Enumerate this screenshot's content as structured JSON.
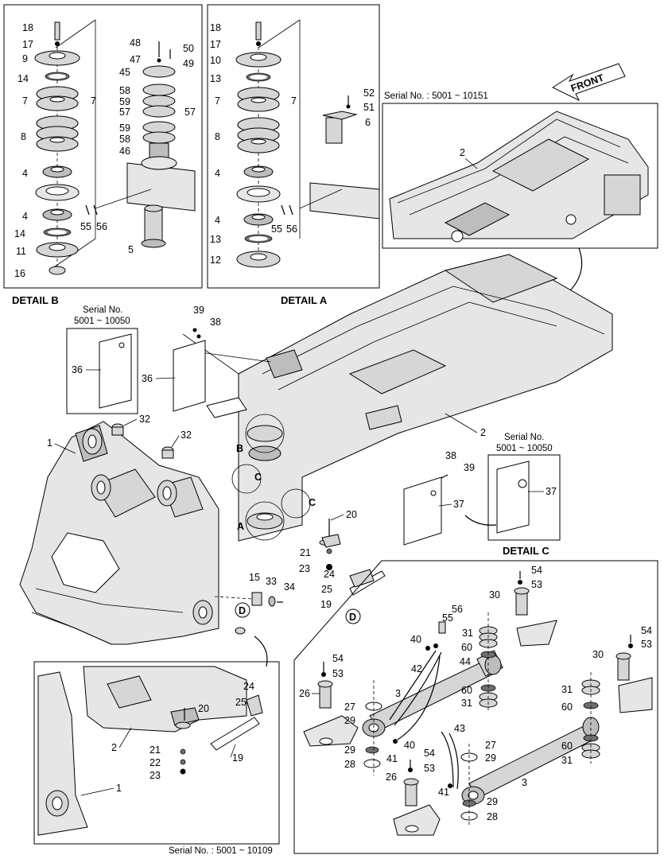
{
  "details": {
    "b_title": "DETAIL B",
    "a_title": "DETAIL A",
    "c_title": "DETAIL C"
  },
  "serials": {
    "s10151": "Serial No. : 5001 ~ 10151",
    "s10109": "Serial No. : 5001 ~ 10109",
    "left_line1": "Serial No.",
    "left_line2": "5001 ~ 10050",
    "right_line1": "Serial No.",
    "right_line2": "5001 ~ 10050"
  },
  "front_label": "FRONT",
  "circle_labels": {
    "A": "A",
    "B": "B",
    "C": "C",
    "D": "D"
  },
  "part_numbers": {
    "p1": "1",
    "p2": "2",
    "p3": "3",
    "p4": "4",
    "p5": "5",
    "p6": "6",
    "p7": "7",
    "p8": "8",
    "p9": "9",
    "p10": "10",
    "p11": "11",
    "p12": "12",
    "p13": "13",
    "p14": "14",
    "p15": "15",
    "p16": "16",
    "p17": "17",
    "p18": "18",
    "p19": "19",
    "p20": "20",
    "p21": "21",
    "p22": "22",
    "p23": "23",
    "p24": "24",
    "p25": "25",
    "p26": "26",
    "p27": "27",
    "p28": "28",
    "p29": "29",
    "p30": "30",
    "p31": "31",
    "p32": "32",
    "p33": "33",
    "p34": "34",
    "p36": "36",
    "p37": "37",
    "p38": "38",
    "p39": "39",
    "p40": "40",
    "p41": "41",
    "p42": "42",
    "p43": "43",
    "p44": "44",
    "p45": "45",
    "p46": "46",
    "p47": "47",
    "p48": "48",
    "p49": "49",
    "p50": "50",
    "p51": "51",
    "p52": "52",
    "p53": "53",
    "p54": "54",
    "p55": "55",
    "p56": "56",
    "p57": "57",
    "p58": "58",
    "p59": "59",
    "p60": "60"
  },
  "colors": {
    "line": "#000000",
    "metal": "#d6d6d6",
    "shade": "#bdbdbd",
    "background": "#ffffff"
  }
}
